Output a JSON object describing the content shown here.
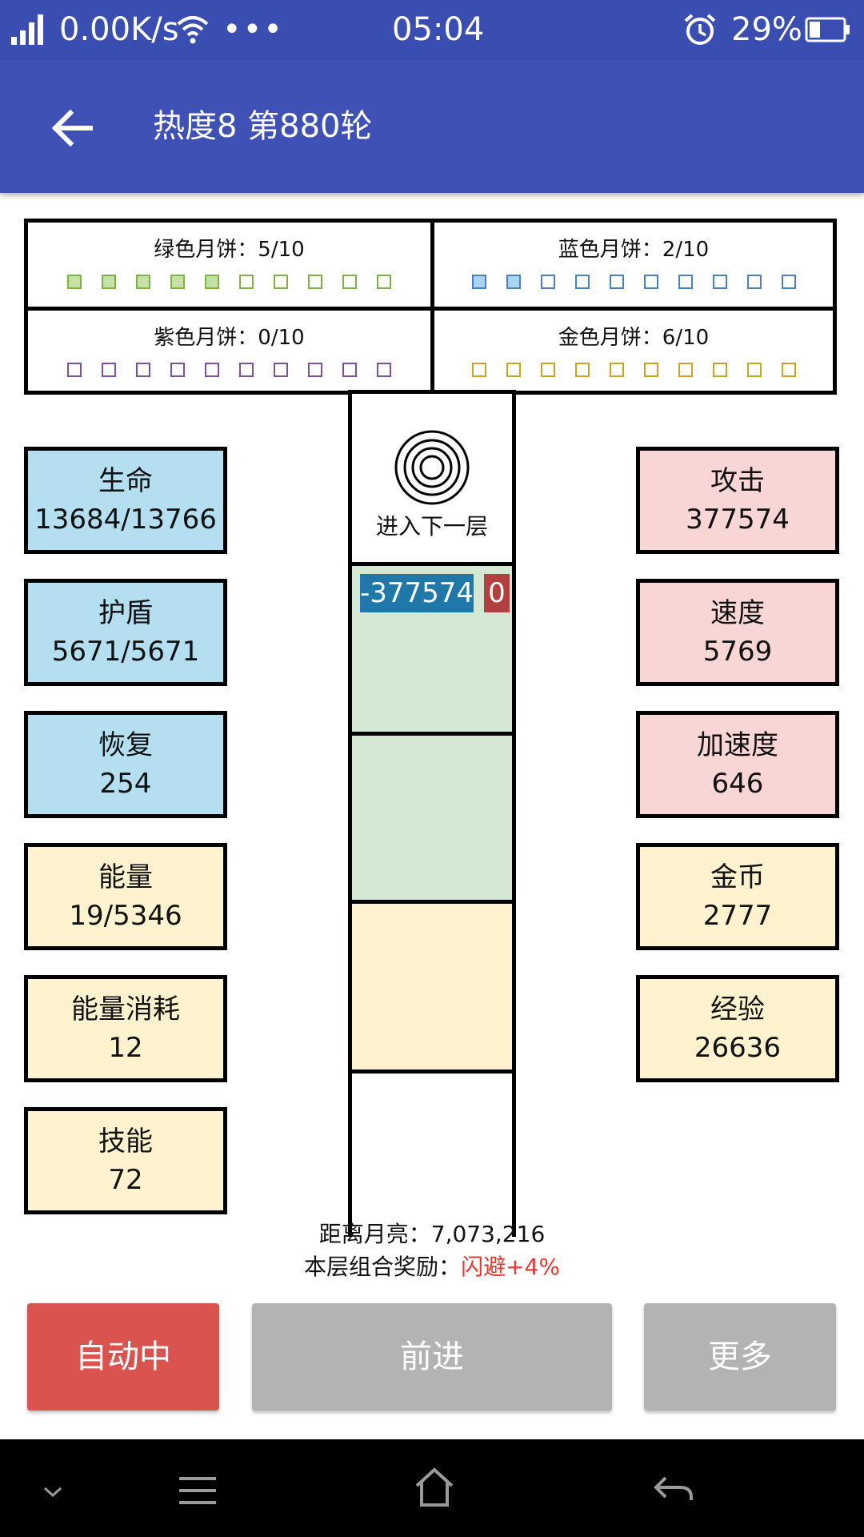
{
  "status_bar": {
    "speed": "0.00K/s",
    "dots": "•••",
    "time": "05:04",
    "battery": "29%"
  },
  "app_bar": {
    "title": "热度8 第880轮"
  },
  "mooncakes": [
    {
      "label": "绿色月饼：5/10",
      "filled": 5,
      "total": 10,
      "color": "#7cb342",
      "fill": "#c5e1a5"
    },
    {
      "label": "蓝色月饼：2/10",
      "filled": 2,
      "total": 10,
      "color": "#4a7fc1",
      "fill": "#a8d4f2"
    },
    {
      "label": "紫色月饼：0/10",
      "filled": 0,
      "total": 10,
      "color": "#7e4f9a",
      "fill": "#d7c0e8"
    },
    {
      "label": "金色月饼：6/10",
      "filled": 0,
      "total": 10,
      "color": "#c9a227",
      "fill": "#f5e3a0"
    }
  ],
  "left_stats": [
    {
      "name": "生命",
      "value": "13684/13766"
    },
    {
      "name": "护盾",
      "value": "5671/5671"
    },
    {
      "name": "恢复",
      "value": "254"
    },
    {
      "name": "能量",
      "value": "19/5346"
    },
    {
      "name": "能量消耗",
      "value": "12"
    },
    {
      "name": "技能",
      "value": "72"
    }
  ],
  "right_stats": [
    {
      "name": "攻击",
      "value": "377574"
    },
    {
      "name": "速度",
      "value": "5769"
    },
    {
      "name": "加速度",
      "value": "646"
    },
    {
      "name": "金币",
      "value": "2777"
    },
    {
      "name": "经验",
      "value": "26636"
    }
  ],
  "tower": {
    "next_floor_label": "进入下一层",
    "damage": "-377574",
    "enemy_count": "0"
  },
  "info": {
    "distance_label": "距离月亮：",
    "distance_value": "7,073,216",
    "reward_label": "本层组合奖励：",
    "reward_value": "闪避+4%"
  },
  "buttons": {
    "auto": "自动中",
    "forward": "前进",
    "more": "更多"
  },
  "colors": {
    "app_bar": "#3f51b5",
    "auto_button": "#d9534f",
    "disabled_button": "#b3b3b3"
  }
}
